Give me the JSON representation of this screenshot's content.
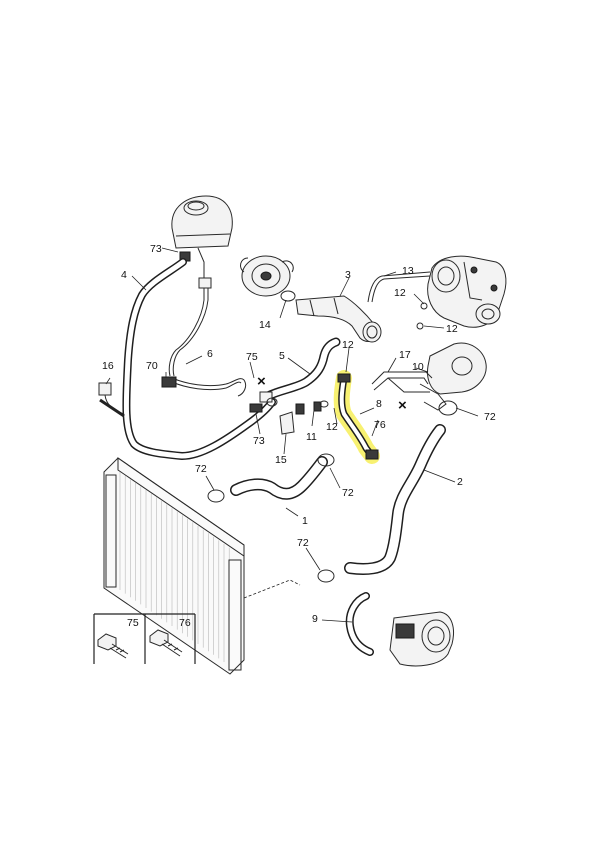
{
  "highlight_color": "#f7ef58",
  "labels": {
    "p1": "1",
    "p2": "2",
    "p3": "3",
    "p4": "4",
    "p5": "5",
    "p6": "6",
    "p8": "8",
    "p9": "9",
    "p10": "10",
    "p11": "11",
    "p12a": "12",
    "p12b": "12",
    "p12c": "12",
    "p12d": "12",
    "p13": "13",
    "p14": "14",
    "p15": "15",
    "p16": "16",
    "p17": "17",
    "p70": "70",
    "p72a": "72",
    "p72b": "72",
    "p72c": "72",
    "p72d": "72",
    "p73a": "73",
    "p73b": "73",
    "p75": "75",
    "p76": "76"
  },
  "inset": {
    "left": "75",
    "right": "76"
  }
}
